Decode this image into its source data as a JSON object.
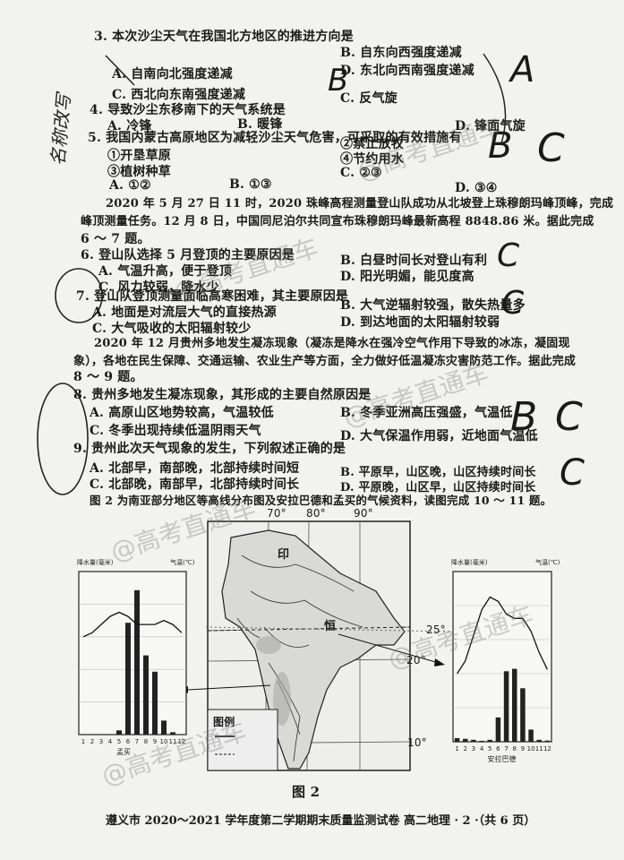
{
  "q3": {
    "stem": "3.  本次沙尘天气在我国北方地区的推进方向是",
    "a": "A. 自南向北强度递减",
    "b": "B. 自东向西强度递减",
    "c": "C. 西北向东南强度递减",
    "d": "D. 东北向西南强度递减"
  },
  "q4": {
    "stem": "4.  导致沙尘东移南下的天气系统是",
    "a": "A. 冷锋",
    "b": "B. 暖锋",
    "c": "C. 反气旋",
    "d": "D. 锋面气旋"
  },
  "q5": {
    "stem": "5.  我国内蒙古高原地区为减轻沙尘天气危害，可采取的有效措施有",
    "o1": "①开垦草原",
    "o2": "②禁止放牧",
    "o3": "③植树种草",
    "o4": "④节约用水",
    "a": "A. ①②",
    "b": "B. ①③",
    "c": "C. ②③",
    "d": "D. ③④"
  },
  "p67": {
    "l1": "2020 年 5 月 27 日 11 时，2020 珠峰高程测量登山队成功从北坡登上珠穆朗玛峰顶峰，完成",
    "l2": "峰顶测量任务。12 月 8 日，中国同尼泊尔共同宣布珠穆朗玛峰最新高程 8848.86 米。据此完成",
    "l3": "6 ～ 7 题。"
  },
  "q6": {
    "stem": "6.  登山队选择 5 月登顶的主要原因是",
    "a": "A. 气温升高，便于登顶",
    "b": "B. 白昼时间长对登山有利",
    "c": "C. 风力较弱，降水少",
    "d": "D. 阳光明媚，能见度高"
  },
  "q7": {
    "stem": "7.  登山队登顶测量面临高寒困难，其主要原因是",
    "a": "A. 地面是对流层大气的直接热源",
    "b": "B. 大气逆辐射较强，散失热量多",
    "c": "C. 大气吸收的太阳辐射较少",
    "d": "D. 到达地面的太阳辐射较弱"
  },
  "p89": {
    "l1": "2020 年 12 月贵州多地发生凝冻现象（凝冻是降水在强冷空气作用下导致的冰冻，凝固现",
    "l2": "象），各地在民生保障、交通运输、农业生产等方面，全力做好低温凝冻灾害防范工作。据此完成",
    "l3": "8 ～ 9 题。"
  },
  "q8": {
    "stem": "8.  贵州多地发生凝冻现象，其形成的主要自然原因是",
    "a": "A. 高原山区地势较高，气温较低",
    "b": "B. 冬季亚洲高压强盛，气温低",
    "c": "C. 冬季出现持续低温阴雨天气",
    "d": "D. 大气保温作用弱，近地面气温低"
  },
  "q9": {
    "stem": "9.  贵州此次天气现象的发生，下列叙述正确的是",
    "a": "A. 北部早，南部晚，北部持续时间短",
    "b": "B. 平原早，山区晚，山区持续时间长",
    "c": "C. 北部晚，南部早，北部持续时间长",
    "d": "D. 平原晚，山区早，山区持续时间长"
  },
  "fig_intro": "图 2 为南亚部分地区等高线分布图及安拉巴德和孟买的气候资料，读图完成 10 ～ 11 题。",
  "fig_caption": "图 2",
  "map": {
    "lon": [
      "70°",
      "80°",
      "90°"
    ],
    "lat": [
      "25°",
      "20°",
      "10°"
    ],
    "legend_title": "图例",
    "label_india": "印",
    "label_heng": "恒"
  },
  "left_chart": {
    "ylabel_left": "降水量(毫米)",
    "ylabel_right": "气温(℃)",
    "months": [
      "1",
      "2",
      "3",
      "4",
      "5",
      "6",
      "7",
      "8",
      "9",
      "10",
      "11",
      "12"
    ],
    "xlabel": "孟买",
    "precip": [
      2,
      1,
      1,
      2,
      18,
      480,
      620,
      340,
      270,
      60,
      10,
      2
    ],
    "temp": [
      24,
      25,
      27,
      29,
      30,
      29,
      27,
      27,
      27,
      28,
      27,
      25
    ]
  },
  "right_chart": {
    "ylabel_left": "降水量(毫米)",
    "ylabel_right": "气温(℃)",
    "months": [
      "1",
      "2",
      "3",
      "4",
      "5",
      "6",
      "7",
      "8",
      "9",
      "10",
      "11",
      "12"
    ],
    "xlabel": "安拉巴德",
    "precip": [
      15,
      12,
      8,
      4,
      8,
      100,
      290,
      300,
      220,
      50,
      8,
      5
    ],
    "temp": [
      16,
      19,
      25,
      31,
      34,
      33,
      30,
      29,
      29,
      26,
      21,
      17
    ]
  },
  "handwriting": {
    "h_side": "名称改写",
    "h1": "B",
    "h2": "A",
    "h3": "C",
    "h4": "B",
    "h5": "C",
    "h6": "C",
    "h7": "B",
    "h8": "C",
    "h9": "C"
  },
  "watermark": "@高考直通车",
  "footer": "遵义市 2020～2021 学年度第二学期期末质量监测试卷    高二地理 · 2 ·（共 6 页）"
}
